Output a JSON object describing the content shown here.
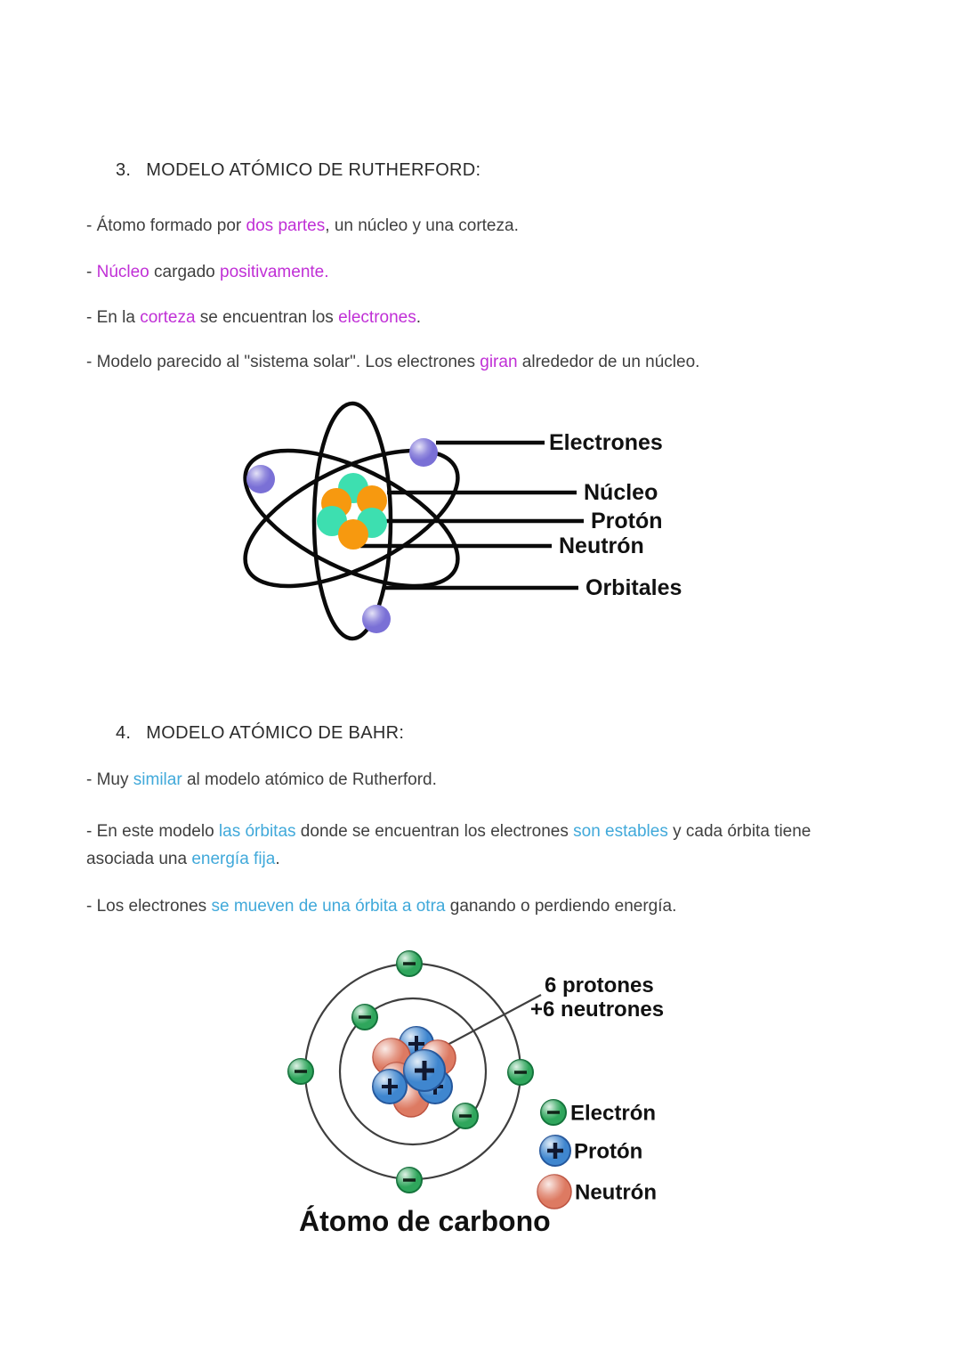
{
  "colors": {
    "body": "#3f3f3f",
    "magenta": "#c02fd6",
    "cyan": "#41a9da",
    "heading": "#2b2b2b",
    "figure_label": "#111111",
    "orbit_black": "#0a0a0a",
    "orbit_gray": "#3f3f3f",
    "rutherford_electron_purple": "#7a70d6",
    "rutherford_proton_teal": "#3ddfb0",
    "rutherford_neutron_orange": "#f7990f",
    "bohr_electron_green": "#2fa65c",
    "bohr_proton_blue": "#3f86cf",
    "bohr_neutron_red": "#dd7a62"
  },
  "section3": {
    "number": "3.",
    "title": "MODELO ATÓMICO DE RUTHERFORD:",
    "bullets": [
      {
        "segments": [
          {
            "t": "- Átomo formado por ",
            "c": "body"
          },
          {
            "t": "dos partes",
            "c": "magenta"
          },
          {
            "t": ", un núcleo y una corteza.",
            "c": "body"
          }
        ]
      },
      {
        "segments": [
          {
            "t": "- ",
            "c": "body"
          },
          {
            "t": "Núcleo",
            "c": "magenta"
          },
          {
            "t": " cargado ",
            "c": "body"
          },
          {
            "t": "positivamente.",
            "c": "magenta"
          }
        ]
      },
      {
        "segments": [
          {
            "t": "- En la ",
            "c": "body"
          },
          {
            "t": "corteza",
            "c": "magenta"
          },
          {
            "t": " se encuentran los ",
            "c": "body"
          },
          {
            "t": "electrones",
            "c": "magenta"
          },
          {
            "t": ".",
            "c": "body"
          }
        ]
      },
      {
        "segments": [
          {
            "t": "- Modelo parecido al \"sistema solar\". Los electrones ",
            "c": "body"
          },
          {
            "t": "giran",
            "c": "magenta"
          },
          {
            "t": " alrededor de un núcleo.",
            "c": "body"
          }
        ]
      }
    ]
  },
  "rutherford_figure": {
    "labels": {
      "electrons": "Electrones",
      "nucleus": "Núcleo",
      "proton": "Protón",
      "neutron": "Neutrón",
      "orbitals": "Orbitales"
    }
  },
  "section4": {
    "number": "4.",
    "title": "MODELO ATÓMICO DE BAHR:",
    "bullets": [
      {
        "segments": [
          {
            "t": "- Muy ",
            "c": "body"
          },
          {
            "t": "similar",
            "c": "cyan"
          },
          {
            "t": " al modelo atómico de Rutherford.",
            "c": "body"
          }
        ]
      },
      {
        "segments": [
          {
            "t": "- En este modelo ",
            "c": "body"
          },
          {
            "t": "las órbitas",
            "c": "cyan"
          },
          {
            "t": " donde se encuentran los electrones ",
            "c": "body"
          },
          {
            "t": "son estables",
            "c": "cyan"
          },
          {
            "t": " y cada órbita tiene\nasociada una ",
            "c": "body"
          },
          {
            "t": "energía fija",
            "c": "cyan"
          },
          {
            "t": ".",
            "c": "body"
          }
        ]
      },
      {
        "segments": [
          {
            "t": "- Los electrones ",
            "c": "body"
          },
          {
            "t": "se mueven de una órbita a otra",
            "c": "cyan"
          },
          {
            "t": " ganando o perdiendo energía.",
            "c": "body"
          }
        ]
      }
    ]
  },
  "bohr_figure": {
    "annotation_line1": "6 protones",
    "annotation_line2": "+6 neutrones",
    "legend": {
      "electron": "Electrón",
      "proton": "Protón",
      "neutron": "Neutrón"
    },
    "caption": "Átomo de carbono"
  }
}
